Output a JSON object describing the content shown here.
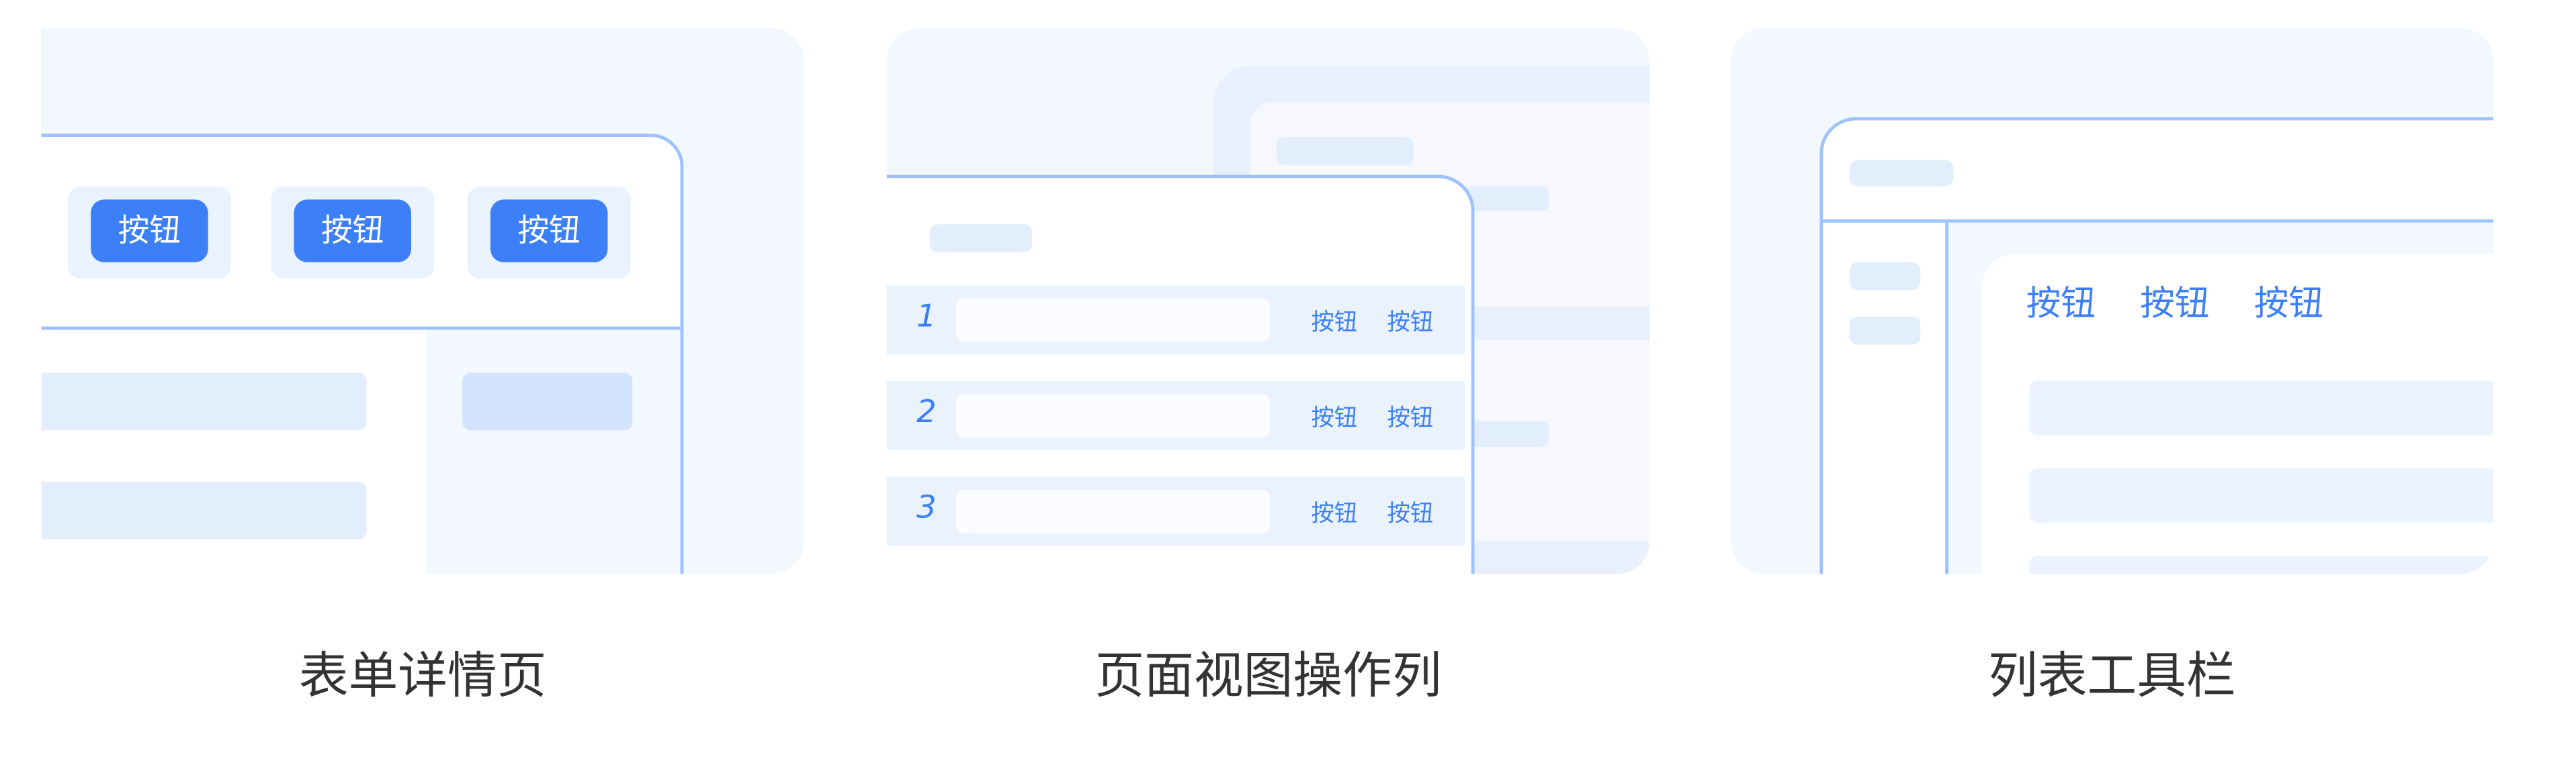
{
  "colors": {
    "accent": "#3d7ff7",
    "border": "#9ec3fb",
    "card_bg": "#f3f7fe"
  },
  "cards": [
    {
      "label": "表单详情页",
      "buttons": [
        "按钮",
        "按钮",
        "按钮"
      ]
    },
    {
      "label": "页面视图操作列",
      "rows": [
        {
          "index": "1",
          "actions": [
            "按钮",
            "按钮"
          ]
        },
        {
          "index": "2",
          "actions": [
            "按钮",
            "按钮"
          ]
        },
        {
          "index": "3",
          "actions": [
            "按钮",
            "按钮"
          ]
        }
      ]
    },
    {
      "label": "列表工具栏",
      "toolbar": [
        "按钮",
        "按钮",
        "按钮"
      ]
    }
  ]
}
